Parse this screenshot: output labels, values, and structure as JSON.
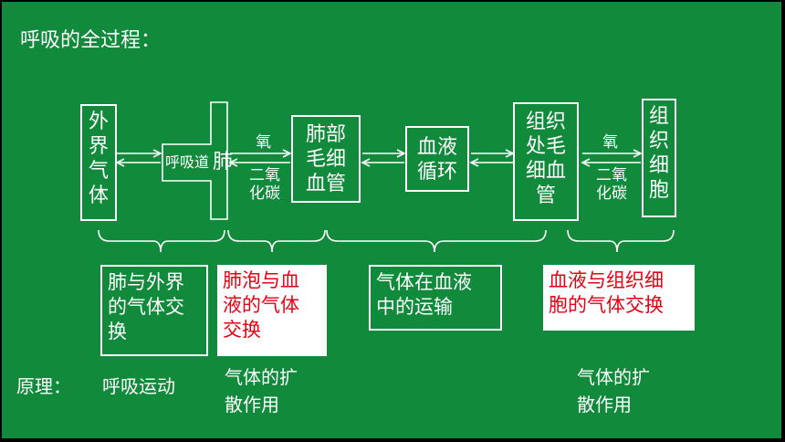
{
  "title": "呼吸的全过程：",
  "nodes": {
    "outside_air": "外\n界\n气\n体",
    "airway": "呼吸道",
    "lung": "肺",
    "alveolar_capillary": "肺部\n毛细\n血管",
    "blood_circulation": "血液\n循环",
    "tissue_capillary": "组织\n处毛\n细血\n管",
    "tissue_cell": "组\n织\n细\n胞"
  },
  "gas_labels": {
    "left_top": "氧",
    "left_bottom": "二氧\n化碳",
    "right_top": "氧",
    "right_bottom": "二氧\n化碳"
  },
  "stages": {
    "stage1": "肺与外界\n的气体交\n换",
    "stage2": "肺泡与血\n液的气体\n交换",
    "stage3": "气体在血液\n中的运输",
    "stage4": "血液与组织细\n胞的气体交换"
  },
  "principles": {
    "label": "原理：",
    "p1": "呼吸运动",
    "p2": "气体的扩\n散作用",
    "p4": "气体的扩\n散作用"
  },
  "colors": {
    "background": "#118a3b",
    "highlight_text": "#e60012"
  }
}
